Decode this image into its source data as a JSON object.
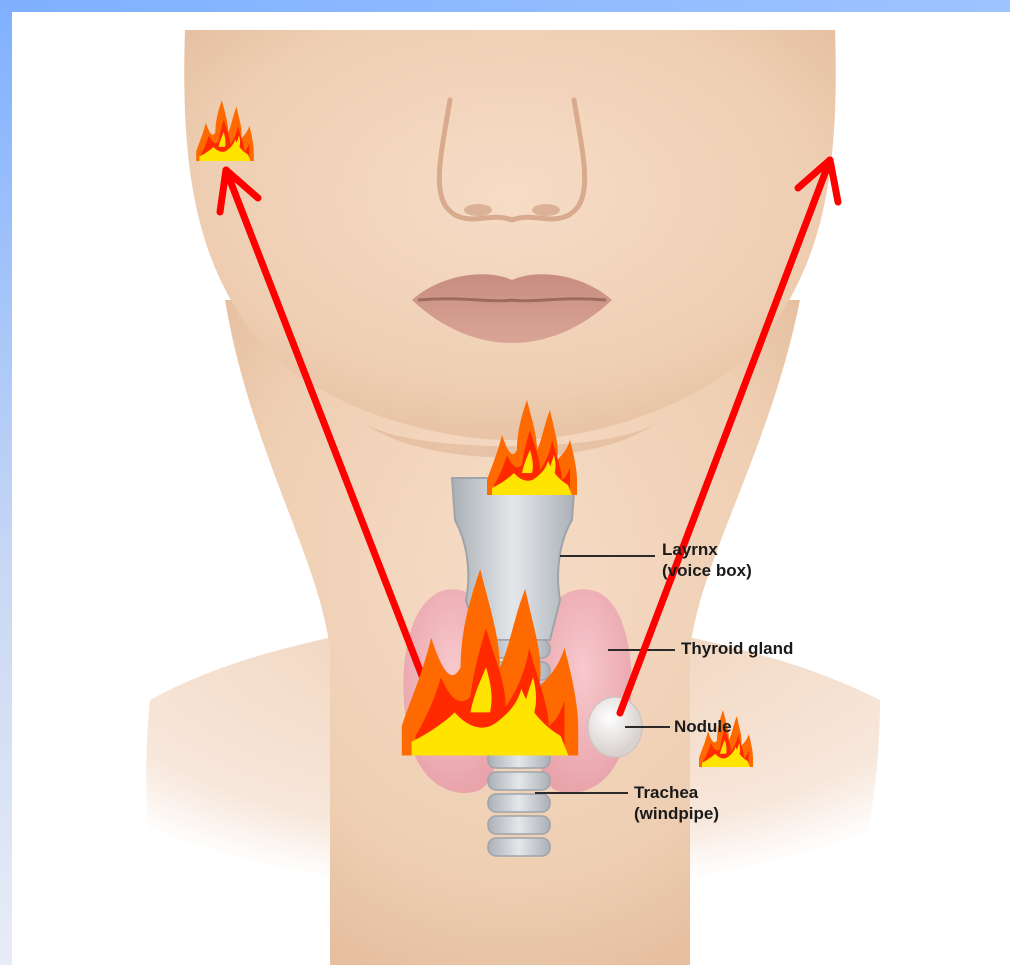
{
  "diagram": {
    "labels": {
      "larynx": [
        "Layrnx",
        "(voice box)"
      ],
      "thyroid": "Thyroid gland",
      "nodule": "Nodule",
      "trachea": [
        "Trachea",
        "(windpipe)"
      ]
    },
    "colors": {
      "frame": "#7fb0ff",
      "skin": "#f1d2b6",
      "arrow": "#ff0000",
      "flame_outer": "#ff6a00",
      "flame_inner": "#ffe400",
      "thyroid": "#f3b7bd",
      "cartilage": "#c8ccd0"
    },
    "icons": [
      "flame-icon",
      "arrow-icon"
    ]
  }
}
